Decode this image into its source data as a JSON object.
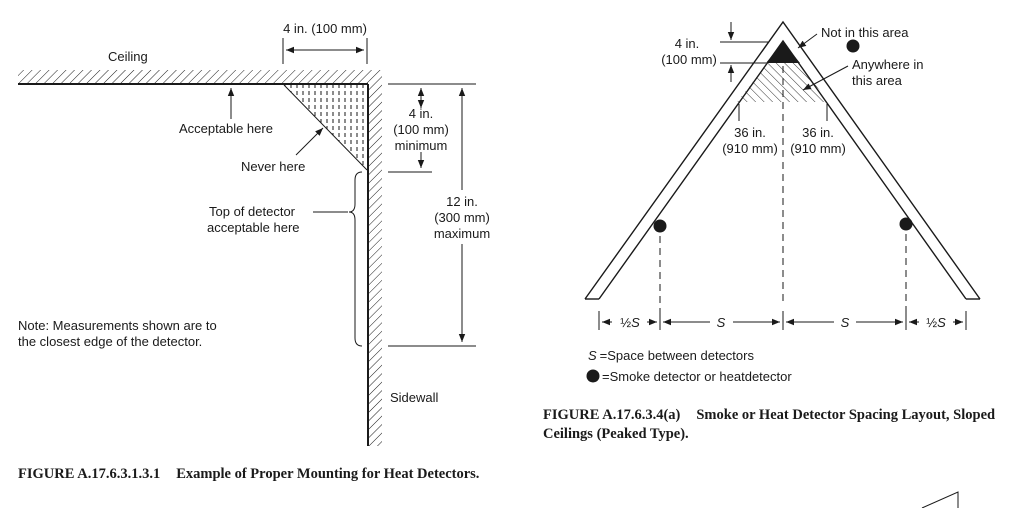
{
  "figure_left": {
    "labels": {
      "ceiling": "Ceiling",
      "dim_4in_top": "4 in. (100 mm)",
      "acceptable_here": "Acceptable here",
      "never_here": "Never here",
      "top_of_detector_line1": "Top of detector",
      "top_of_detector_line2": "acceptable here",
      "min_line1": "4 in.",
      "min_line2": "(100 mm)",
      "min_line3": "minimum",
      "max_line1": "12 in.",
      "max_line2": "(300 mm)",
      "max_line3": "maximum",
      "note_line1": "Note: Measurements shown are to",
      "note_line2": "the closest edge of the detector.",
      "sidewall": "Sidewall"
    },
    "caption": {
      "number": "FIGURE A.17.6.3.1.3.1",
      "title": "Example of Proper Mounting for Heat Detectors."
    }
  },
  "figure_right": {
    "labels": {
      "dim_4in_line1": "4 in.",
      "dim_4in_line2": "(100 mm)",
      "not_in_this_area": "Not in this area",
      "anywhere_line1": "Anywhere in",
      "anywhere_line2": "this area",
      "dim_36_left_line1": "36 in.",
      "dim_36_left_line2": "(910 mm)",
      "dim_36_right_line1": "36 in.",
      "dim_36_right_line2": "(910 mm)",
      "half_s_left": "½",
      "s_left": "S",
      "s_mid_left": "S",
      "s_mid_right": "S",
      "half_s_right": "½",
      "s_right": "S",
      "legend_s_symbol": "S",
      "legend_s_text": "=Space between detectors",
      "legend_dot_text": "=Smoke detector or heatdetector"
    },
    "caption": {
      "number": "FIGURE A.17.6.3.4(a)",
      "title": "Smoke or Heat Detector Spacing Layout, Sloped Ceilings (Peaked Type)."
    }
  }
}
